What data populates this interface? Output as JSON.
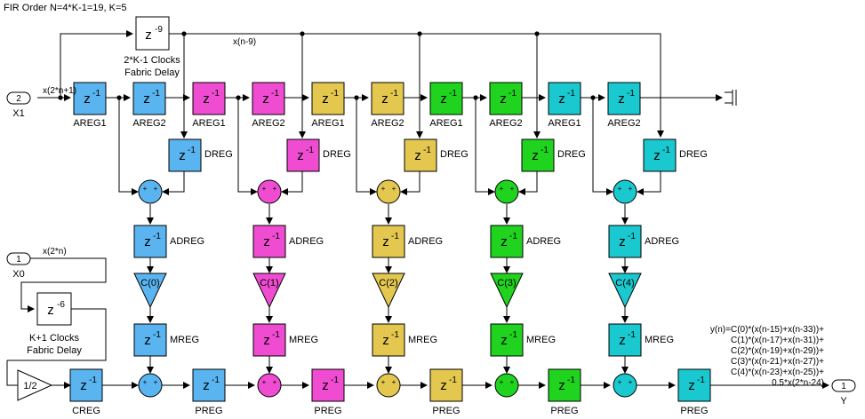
{
  "title": "FIR Order N=4*K-1=19, K=5",
  "colors": {
    "blue": "#5ab4f0",
    "magenta": "#f04cd2",
    "yellow": "#e3c74f",
    "green": "#1fd31f",
    "cyan": "#19c9cf",
    "white": "#ffffff"
  },
  "blocks": {
    "delay_label": "z",
    "delay_exp": "-1",
    "fabric9_exp": "-9",
    "fabric9_caption_1": "2*K-1 Clocks",
    "fabric9_caption_2": "Fabric Delay",
    "fabric6_exp": "-6",
    "fabric6_caption_1": "K+1 Clocks",
    "fabric6_caption_2": "Fabric Delay",
    "gain": "1/2",
    "plus": "+"
  },
  "ports": {
    "x1_number": "2",
    "x1_label": "X1",
    "x0_number": "1",
    "x0_label": "X0",
    "y_number": "1",
    "y_label": "Y"
  },
  "signals": {
    "x_2n1": "x(2*n+1)",
    "x_2n": "x(2*n)",
    "x_n9": "x(n-9)"
  },
  "register_labels": {
    "areg1": "AREG1",
    "areg2": "AREG2",
    "dreg": "DREG",
    "adreg": "ADREG",
    "mreg": "MREG",
    "preg": "PREG",
    "creg": "CREG"
  },
  "coefficients": [
    "C(0)",
    "C(1)",
    "C(2)",
    "C(3)",
    "C(4)"
  ],
  "equation": [
    "y(n)=C(0)*(x(n-15)+x(n-33))+",
    "C(1)*(x(n-17)+x(n-31))+",
    "C(2)*(x(n-19)+x(n-29))+",
    "C(3)*(x(n-21)+x(n-27))+",
    "C(4)*(x(n-23)+x(n-25))+",
    "0.5*x(2*n-24)"
  ]
}
